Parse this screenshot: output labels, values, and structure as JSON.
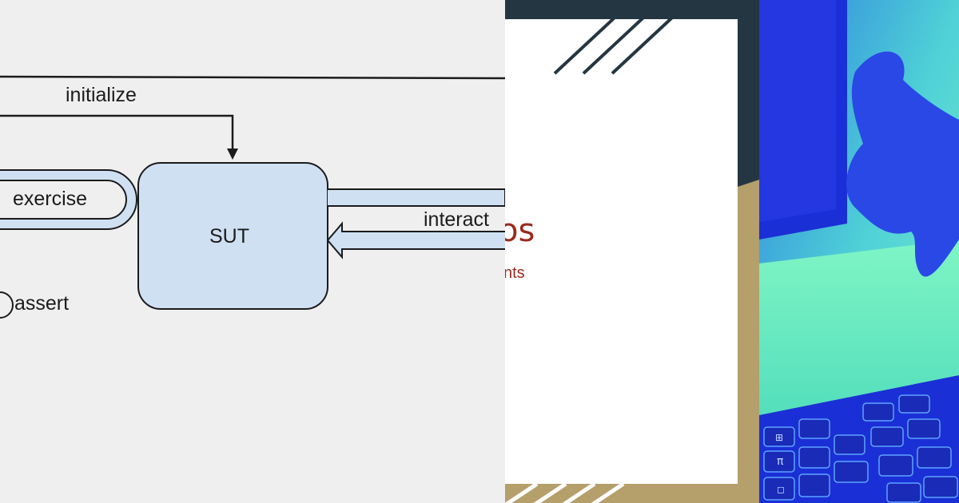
{
  "diagram": {
    "labels": {
      "initialize": "initialize",
      "exercise": "exercise",
      "sut": "SUT",
      "interact": "interact",
      "assert": "assert"
    },
    "colors": {
      "background": "#efefef",
      "box_fill": "#cfe0f3",
      "stroke": "#1b1b1b"
    }
  },
  "slide": {
    "title_fragment": "os",
    "subtitle_fragment": "nts",
    "colors": {
      "dark": "#243641",
      "gold": "#b59f6a",
      "text": "#9a2a1c",
      "slide": "#ffffff"
    }
  },
  "photo": {
    "description_icon": "keyboard-hand-photo",
    "key_glyphs": [
      "π",
      "⊞",
      "◻"
    ],
    "colors": {
      "primary": "#1b2fd6",
      "secondary": "#6ff0c4"
    }
  }
}
